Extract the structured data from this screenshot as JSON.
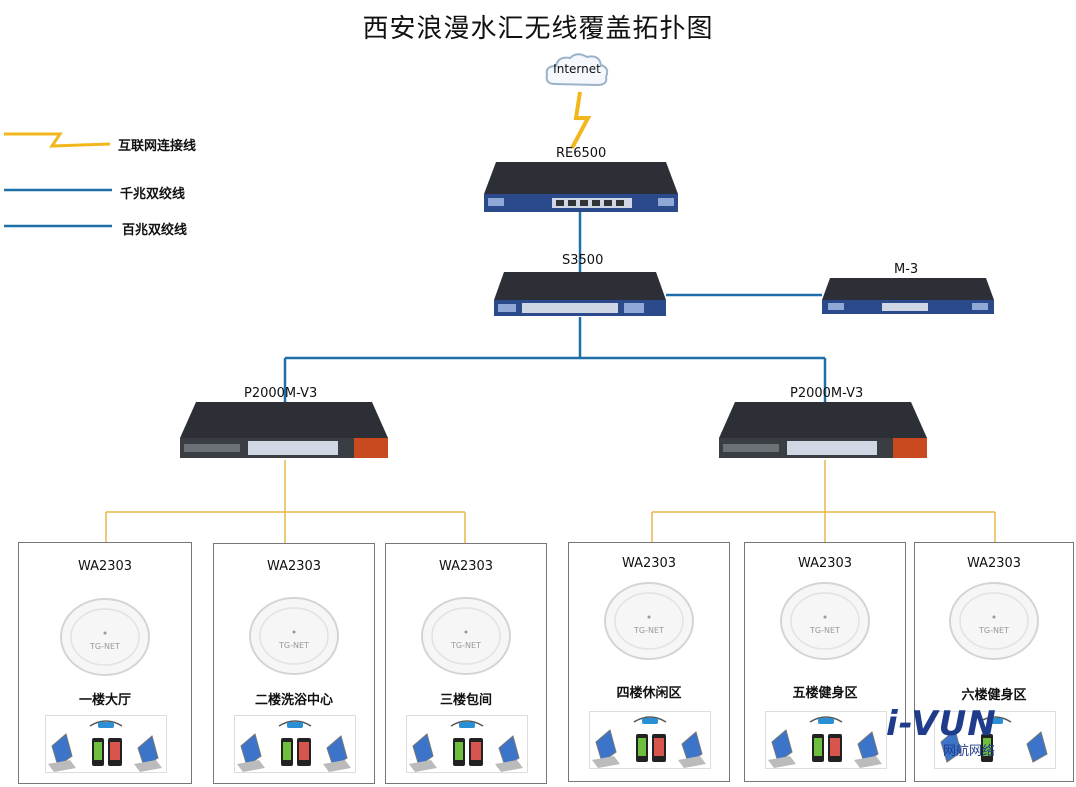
{
  "title": "西安浪漫水汇无线覆盖拓扑图",
  "internet_label": "Internet",
  "legend": [
    {
      "label": "互联网连接线",
      "style": "lightning",
      "color": "#f2b71c"
    },
    {
      "label": "千兆双绞线",
      "style": "line",
      "color": "#1f6fa8"
    },
    {
      "label": "百兆双绞线",
      "style": "line",
      "color": "#1f6fa8"
    }
  ],
  "devices": {
    "router": "RE6500",
    "core_switch": "S3500",
    "controller": "M-3",
    "poe_left": "P2000M-V3",
    "poe_right": "P2000M-V3"
  },
  "aps": [
    {
      "model": "WA2303",
      "room": "一楼大厅"
    },
    {
      "model": "WA2303",
      "room": "二楼洗浴中心"
    },
    {
      "model": "WA2303",
      "room": "三楼包间"
    },
    {
      "model": "WA2303",
      "room": "四楼休闲区"
    },
    {
      "model": "WA2303",
      "room": "五楼健身区"
    },
    {
      "model": "WA2303",
      "room": "六楼健身区"
    }
  ],
  "ap_brand": "TG-NET",
  "watermark": "i-VUN",
  "watermark_sub": "网航网络",
  "colors": {
    "blue_wire": "#1f6fa8",
    "yellow_wire": "#e8b84a",
    "lightning": "#f2b71c",
    "device_dark": "#2c3036",
    "device_face": "#2a4a8c",
    "poe_face": "#c94a1e"
  }
}
